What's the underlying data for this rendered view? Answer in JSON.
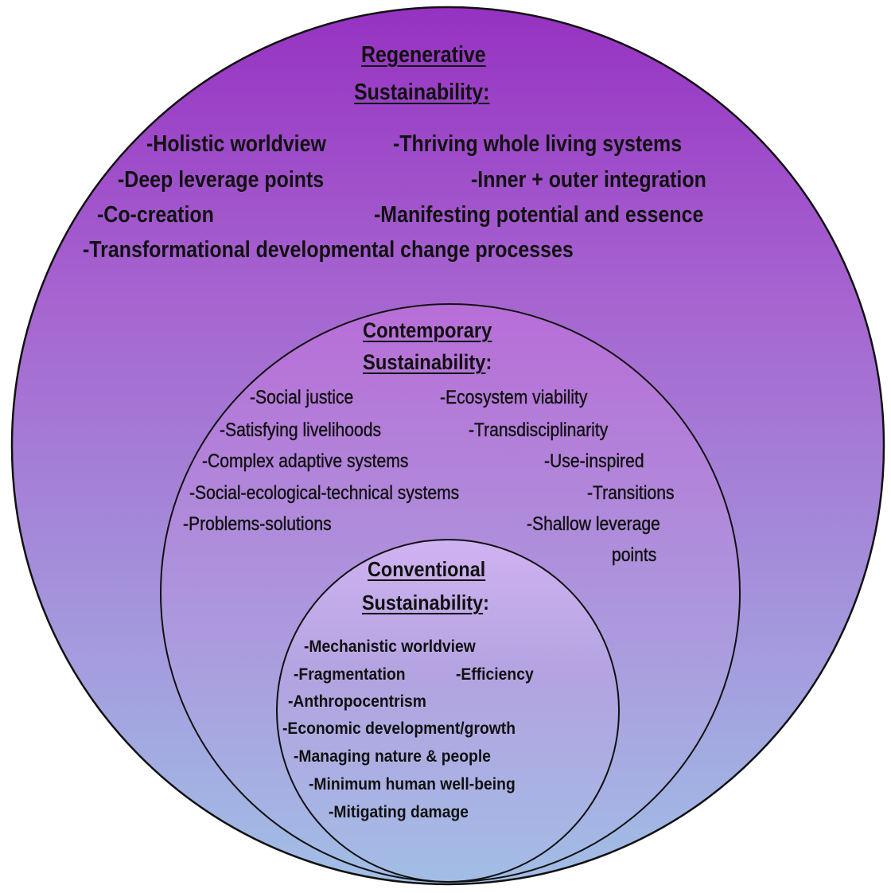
{
  "circles": {
    "regenerative": {
      "title_line1": "Regenerative",
      "title_line2": "Sustainability:",
      "items": [
        "-Holistic worldview",
        "-Thriving whole living systems",
        "-Deep leverage points",
        "-Inner + outer integration",
        "-Co-creation",
        "-Manifesting potential and essence",
        "-Transformational developmental change processes"
      ],
      "gradient": [
        "#9632c2",
        "#a664d0",
        "#a2bfe6"
      ]
    },
    "contemporary": {
      "title_line1": "Contemporary",
      "title_line2": "Sustainability",
      "title_colon": ":",
      "items": [
        "-Social justice",
        "-Ecosystem viability",
        "-Satisfying livelihoods",
        "-Transdisciplinarity",
        "-Complex adaptive systems",
        "-Use-inspired",
        "-Social-ecological-technical systems",
        "-Transitions",
        "-Problems-solutions",
        "-Shallow leverage",
        "points"
      ],
      "gradient": [
        "#b86dd7",
        "#ad94dc",
        "#a2bde6"
      ]
    },
    "conventional": {
      "title_line1": "Conventional",
      "title_line2": "Sustainability",
      "title_colon": ":",
      "items": [
        "-Mechanistic worldview",
        "-Fragmentation",
        "-Efficiency",
        "-Anthropocentrism",
        "-Economic development/growth",
        "-Managing nature & people",
        "-Minimum human well-being",
        "-Mitigating damage"
      ],
      "gradient": [
        "#d0b2f2",
        "#b3a3e0",
        "#a2bde6"
      ]
    }
  }
}
